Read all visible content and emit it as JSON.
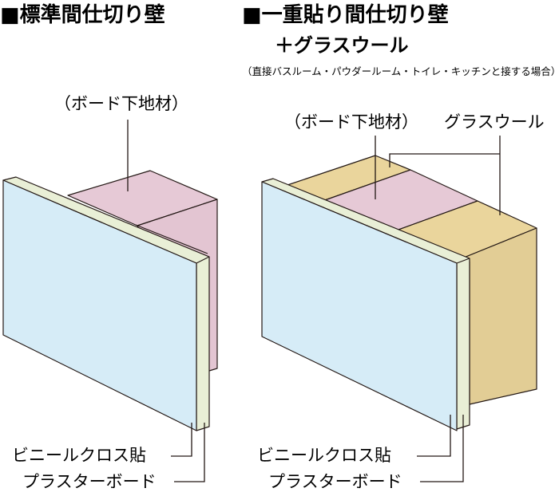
{
  "left": {
    "title": "■標準間仕切り壁",
    "labels": {
      "stud": "（ボード下地材）",
      "vinyl": "ビニールクロス貼",
      "plaster": "プラスターボード"
    }
  },
  "right": {
    "title": "■一重貼り間仕切り壁",
    "subtitle": "＋グラスウール",
    "note": "（直接バスルーム・パウダールーム・トイレ・キッチンと接する場合）",
    "labels": {
      "stud": "（ボード下地材）",
      "glasswool": "グラスウール",
      "vinyl": "ビニールクロス貼",
      "plaster": "プラスターボード"
    }
  },
  "colors": {
    "board_face": "#d6ecf7",
    "board_edge": "#e9efd6",
    "stud_top": "#e6c9d6",
    "stud_side": "#e3c5d2",
    "glasswool": "#ead59c",
    "glasswool_dark": "#e2cd95",
    "line": "#231815"
  }
}
